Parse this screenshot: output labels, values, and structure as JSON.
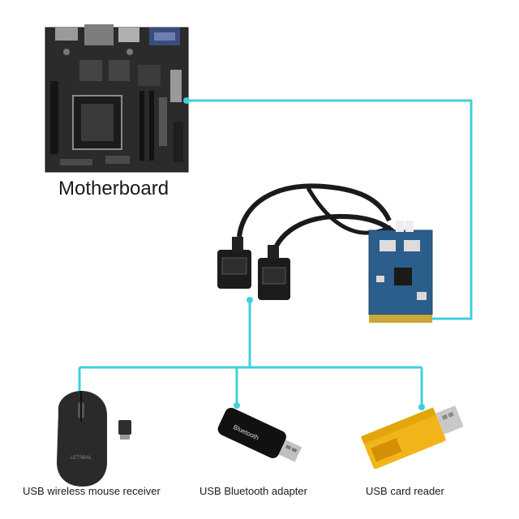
{
  "labels": {
    "motherboard": "Motherboard",
    "mouse": "USB wireless mouse receiver",
    "bluetooth": "USB Bluetooth adapter",
    "card_reader": "USB card reader"
  },
  "colors": {
    "connector_line": "#3fd0dc",
    "pcb": "#2a2a2a",
    "adapter_pcb": "#2b5e8a",
    "card_reader_body": "#f2b519"
  },
  "printed": {
    "dongle_brand": "Bluetooth",
    "mouse_brand": "LETSBAL"
  }
}
